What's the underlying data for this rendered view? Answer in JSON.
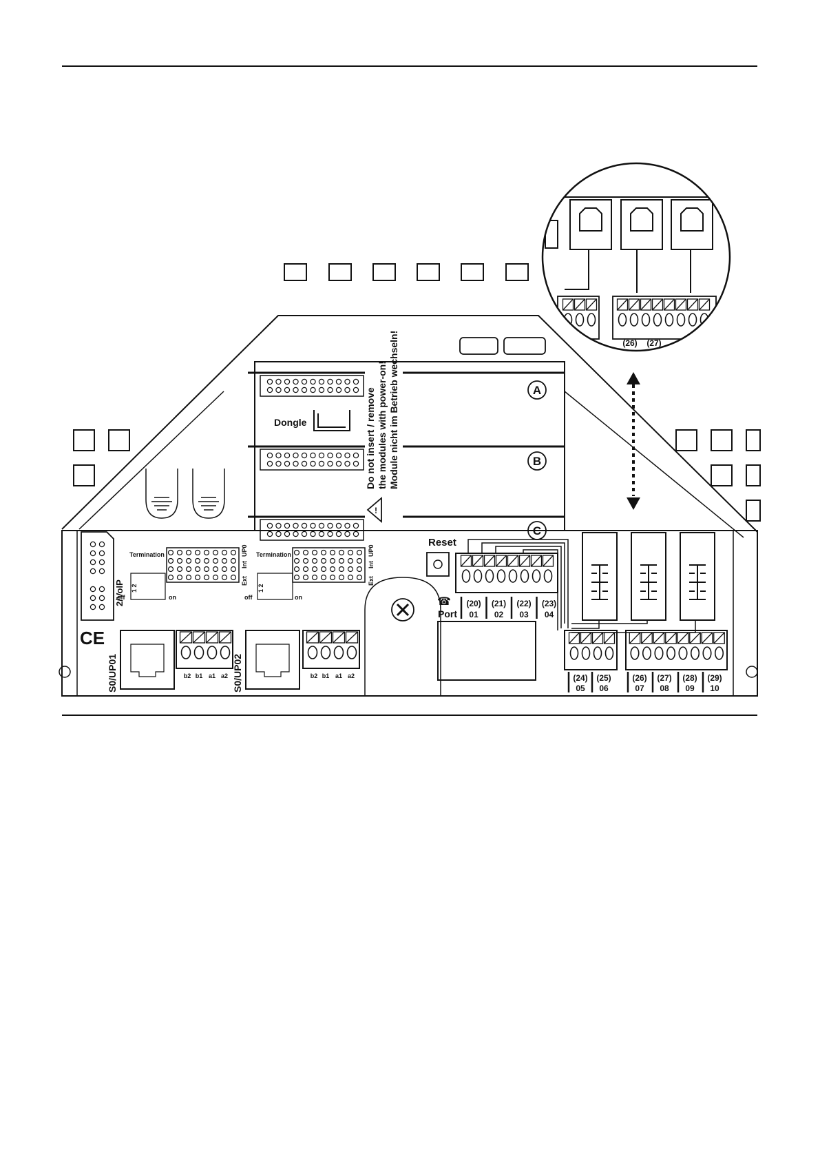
{
  "labels": {
    "dongle": "Dongle",
    "reset": "Reset",
    "port": "Port",
    "termination_1": "Termination",
    "termination_2": "Termination",
    "voip": "2/VoIP",
    "ce_mark": "CE",
    "off_1": "off",
    "off_2": "off",
    "on_1": "on",
    "on_2": "on",
    "sw_12_1": "1 2",
    "sw_12_2": "1 2",
    "ext": "Ext",
    "int": "Int",
    "upo": "UP0",
    "s0_upo1": "S0/UP01",
    "s0_upo2": "S0/UP02"
  },
  "slots": [
    "A",
    "B",
    "C"
  ],
  "warning": {
    "line1": "Do not insert / remove",
    "line2": "the modules with power-on!",
    "line3": "Module nicht im Betrieb wechseln!"
  },
  "so_pins": [
    "b2",
    "b1",
    "a1",
    "a2"
  ],
  "terminals_top": [
    {
      "num": "(20)",
      "port": "01"
    },
    {
      "num": "(21)",
      "port": "02"
    },
    {
      "num": "(22)",
      "port": "03"
    },
    {
      "num": "(23)",
      "port": "04"
    }
  ],
  "terminals_bottom": [
    {
      "num": "(24)",
      "port": "05"
    },
    {
      "num": "(25)",
      "port": "06"
    },
    {
      "num": "(26)",
      "port": "07"
    },
    {
      "num": "(27)",
      "port": "08"
    },
    {
      "num": "(28)",
      "port": "09"
    },
    {
      "num": "(29)",
      "port": "10"
    }
  ],
  "zoom_terminals": [
    "(26)",
    "(27)"
  ]
}
